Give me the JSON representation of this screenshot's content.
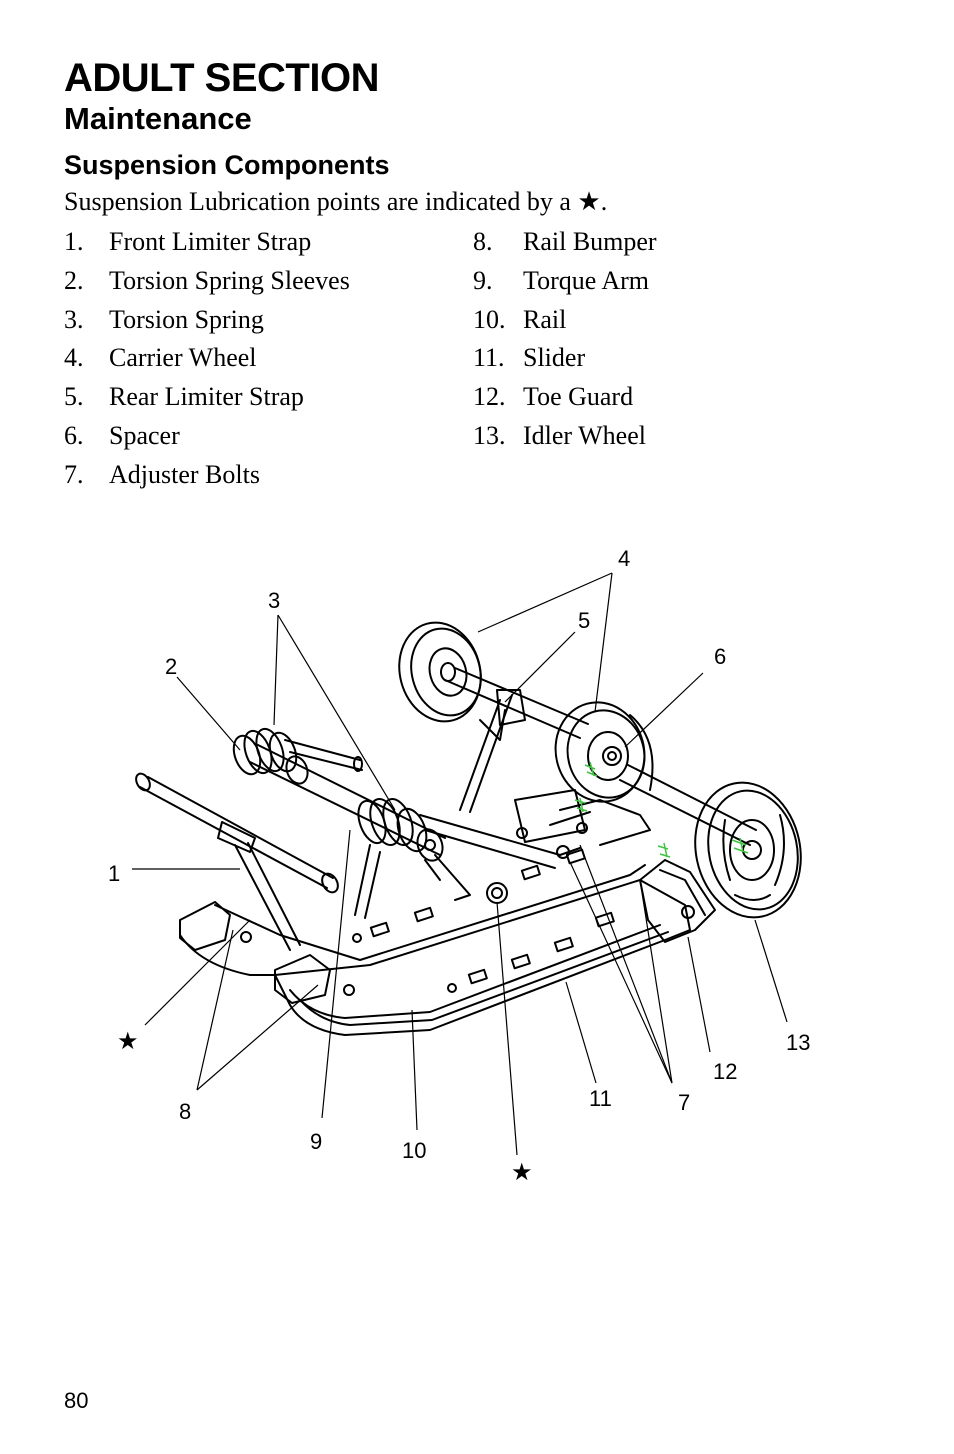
{
  "header": {
    "section": "ADULT SECTION",
    "subsection": "Maintenance",
    "topic": "Suspension Components"
  },
  "intro": "Suspension Lubrication points are indicated by a ★.",
  "components_left": [
    {
      "num": "1.",
      "label": "Front Limiter Strap"
    },
    {
      "num": "2.",
      "label": "Torsion Spring Sleeves"
    },
    {
      "num": "3.",
      "label": "Torsion Spring"
    },
    {
      "num": "4.",
      "label": "Carrier Wheel"
    },
    {
      "num": "5.",
      "label": "Rear Limiter Strap"
    },
    {
      "num": "6.",
      "label": "Spacer"
    },
    {
      "num": "7.",
      "label": "Adjuster Bolts"
    }
  ],
  "components_right": [
    {
      "num": "8.",
      "label": "Rail Bumper"
    },
    {
      "num": "9.",
      "label": "Torque Arm"
    },
    {
      "num": "10.",
      "label": "Rail"
    },
    {
      "num": "11.",
      "label": "Slider"
    },
    {
      "num": "12.",
      "label": "Toe Guard"
    },
    {
      "num": "13.",
      "label": "Idler Wheel"
    }
  ],
  "callouts": {
    "c1": "1",
    "c2": "2",
    "c3": "3",
    "c4": "4",
    "c5": "5",
    "c6": "6",
    "c7": "7",
    "c8": "8",
    "c9": "9",
    "c10": "10",
    "c11": "11",
    "c12": "12",
    "c13": "13",
    "star": "★"
  },
  "page_number": "80",
  "colors": {
    "text": "#000000",
    "lube_marks": "#3ec43e"
  }
}
